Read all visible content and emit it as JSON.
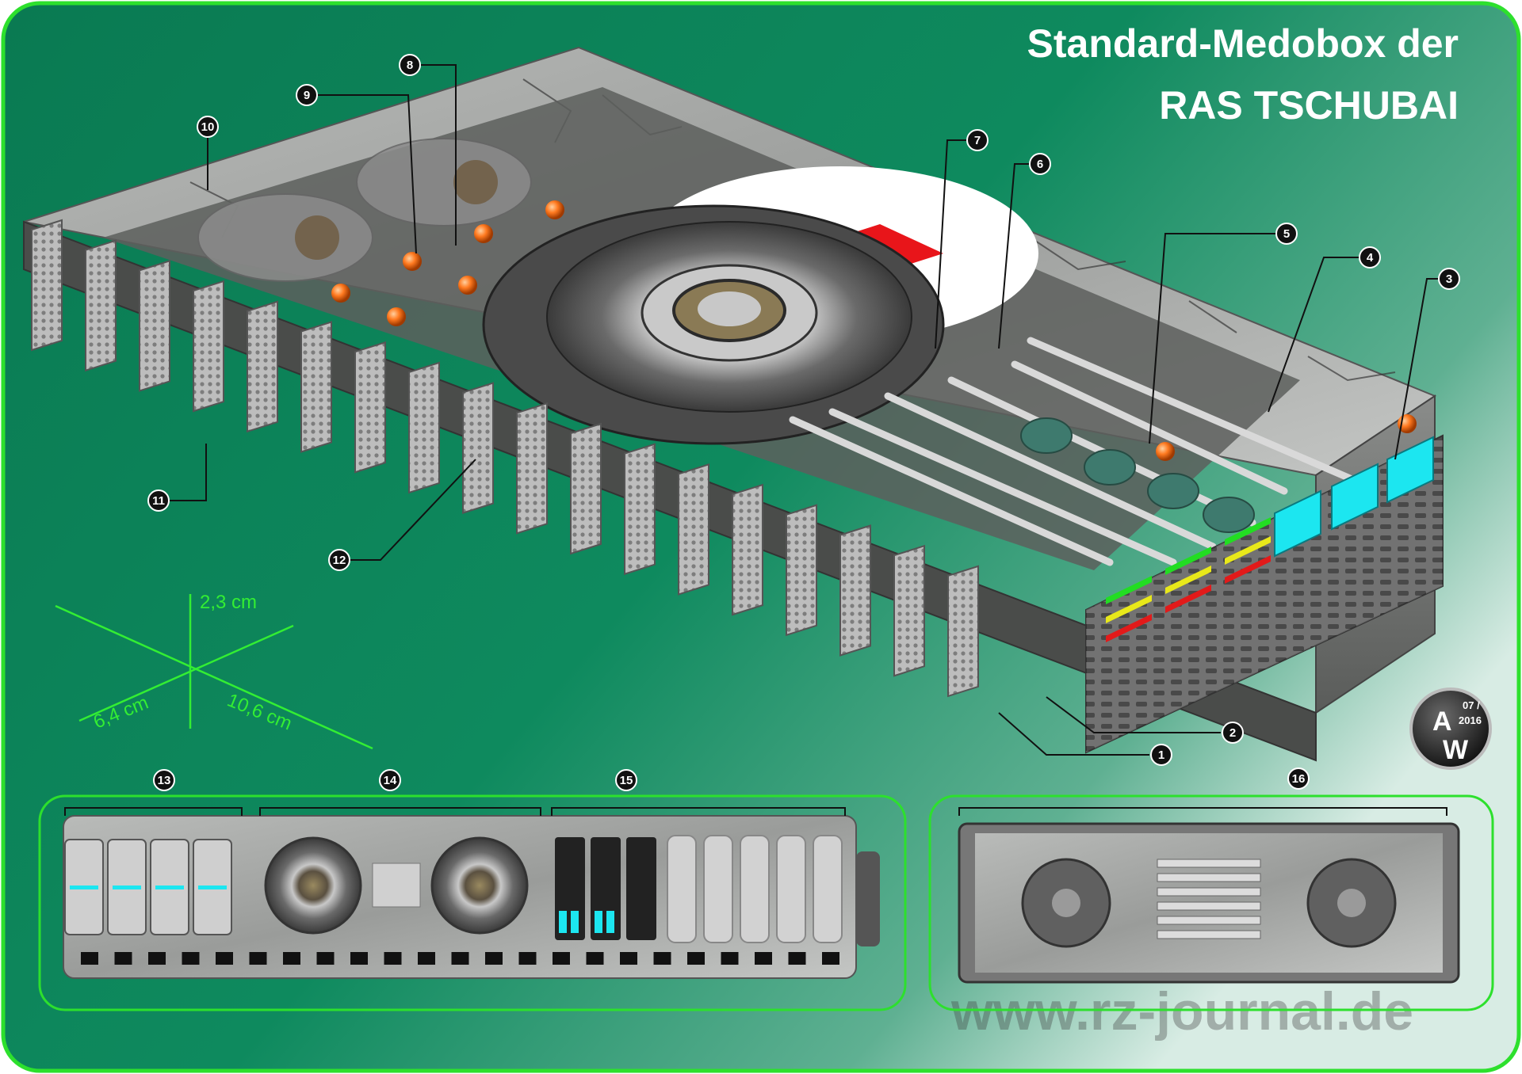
{
  "title": {
    "line1": "Standard-Medobox der",
    "line2": "RAS TSCHUBAI"
  },
  "dimensions": {
    "height": "2,3 cm",
    "depth": "6,4 cm",
    "length": "10,6 cm"
  },
  "callouts": [
    "1",
    "2",
    "3",
    "4",
    "5",
    "6",
    "7",
    "8",
    "9",
    "10",
    "11",
    "12",
    "13",
    "14",
    "15",
    "16"
  ],
  "badge": {
    "initials_top": "A",
    "initials_bottom": "W",
    "month": "07 /",
    "year": "2016"
  },
  "watermark": "www.rz-journal.de",
  "colors": {
    "background": "#0a7a52",
    "frame": "#2de02d",
    "marble": "#a8aaa8",
    "screen_cyan": "#1ce6f0",
    "led_green": "#22dd22",
    "led_yellow": "#e8e81a",
    "led_red": "#e21a1a",
    "panel_red": "#e8151a"
  }
}
